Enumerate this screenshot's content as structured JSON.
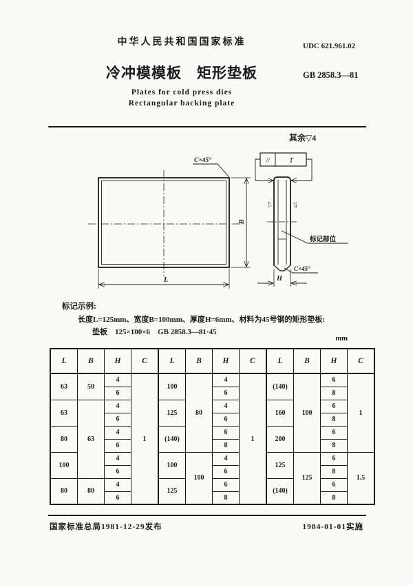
{
  "page": {
    "background": "#fbfaf7",
    "ink": "#1b1b1b"
  },
  "header": {
    "standard_label": "中华人民共和国国家标准",
    "udc": "UDC 621.961.02",
    "title_cn": "冷冲模模板　矩形垫板",
    "standard_no": "GB 2858.3—81",
    "title_en_line1": "Plates for cold press dies",
    "title_en_line2": "Rectangular backing plate"
  },
  "drawing": {
    "surface_note": "其余▽4",
    "tolerance_symbol": "//",
    "tolerance_value": "T",
    "chamfer_label_top": "C×45°",
    "chamfer_label_side": "C×45°",
    "marking_label": "标记部位",
    "dim_length": "L",
    "dim_width": "B",
    "dim_height": "H",
    "face_finish": "▽7"
  },
  "example": {
    "heading": "标记示例:",
    "line1": "长度L=125mm、宽度B=100mm、厚度H=6mm、材料为45号钢的矩形垫板:",
    "line2": "垫板　125×100×6　GB 2858.3—81·45"
  },
  "table": {
    "unit_label": "mm",
    "column_headers": [
      "L",
      "B",
      "H",
      "C"
    ],
    "sub_rows": 10,
    "groups": [
      {
        "L": [
          {
            "v": "63",
            "s": 2
          },
          {
            "v": "63",
            "s": 2
          },
          {
            "v": "80",
            "s": 2
          },
          {
            "v": "100",
            "s": 2
          },
          {
            "v": "80",
            "s": 2
          }
        ],
        "B": [
          {
            "v": "50",
            "s": 2
          },
          {
            "v": "63",
            "s": 6
          },
          {
            "v": "80",
            "s": 2
          }
        ],
        "H": [
          {
            "v": "4"
          },
          {
            "v": "6"
          },
          {
            "v": "4"
          },
          {
            "v": "6"
          },
          {
            "v": "4"
          },
          {
            "v": "6"
          },
          {
            "v": "4"
          },
          {
            "v": "6"
          },
          {
            "v": "4"
          },
          {
            "v": "6"
          }
        ],
        "C": [
          {
            "v": "1",
            "s": 10
          }
        ]
      },
      {
        "L": [
          {
            "v": "100",
            "s": 2
          },
          {
            "v": "125",
            "s": 2
          },
          {
            "v": "(140)",
            "s": 2
          },
          {
            "v": "100",
            "s": 2
          },
          {
            "v": "125",
            "s": 2
          }
        ],
        "B": [
          {
            "v": "80",
            "s": 6
          },
          {
            "v": "100",
            "s": 4
          }
        ],
        "H": [
          {
            "v": "4"
          },
          {
            "v": "6"
          },
          {
            "v": "4"
          },
          {
            "v": "6"
          },
          {
            "v": "6"
          },
          {
            "v": "8"
          },
          {
            "v": "4"
          },
          {
            "v": "6"
          },
          {
            "v": "6"
          },
          {
            "v": "8"
          }
        ],
        "C": [
          {
            "v": "1",
            "s": 10
          }
        ]
      },
      {
        "L": [
          {
            "v": "(140)",
            "s": 2
          },
          {
            "v": "160",
            "s": 2
          },
          {
            "v": "200",
            "s": 2
          },
          {
            "v": "125",
            "s": 2
          },
          {
            "v": "(140)",
            "s": 2
          }
        ],
        "B": [
          {
            "v": "100",
            "s": 6
          },
          {
            "v": "125",
            "s": 4
          }
        ],
        "H": [
          {
            "v": "6"
          },
          {
            "v": "8"
          },
          {
            "v": "6"
          },
          {
            "v": "8"
          },
          {
            "v": "6"
          },
          {
            "v": "8"
          },
          {
            "v": "6"
          },
          {
            "v": "8"
          },
          {
            "v": "6"
          },
          {
            "v": "8"
          }
        ],
        "C": [
          {
            "v": "1",
            "s": 6
          },
          {
            "v": "1.5",
            "s": 4
          }
        ]
      }
    ]
  },
  "footer": {
    "issued": "国家标准总局1981-12-29发布",
    "effective": "1984-01-01实施"
  }
}
